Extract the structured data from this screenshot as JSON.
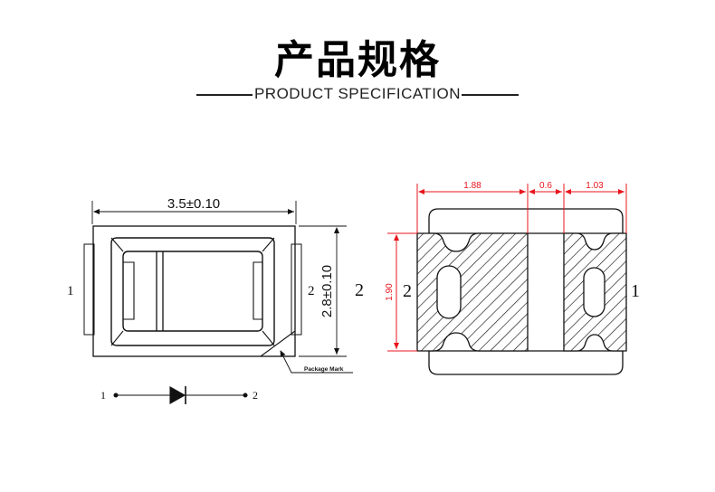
{
  "header": {
    "title": "产品规格",
    "subtitle": "PRODUCT SPECIFICATION"
  },
  "left_drawing": {
    "width_dim": "3.5±0.10",
    "height_dim": "2.8±0.10",
    "pin_left": "1",
    "pin_right_inner": "2",
    "pin_right_outer": "2",
    "package_mark": "Package Mark",
    "symbol_pin1": "1",
    "symbol_pin2": "2"
  },
  "right_drawing": {
    "dim_left_pad": "1.88",
    "dim_gap": "0.6",
    "dim_right_pad": "1.03",
    "dim_height": "1.90",
    "pin_left": "2",
    "pin_right": "1"
  },
  "colors": {
    "dimension_red": "#e8141c",
    "line_black": "#111111"
  }
}
